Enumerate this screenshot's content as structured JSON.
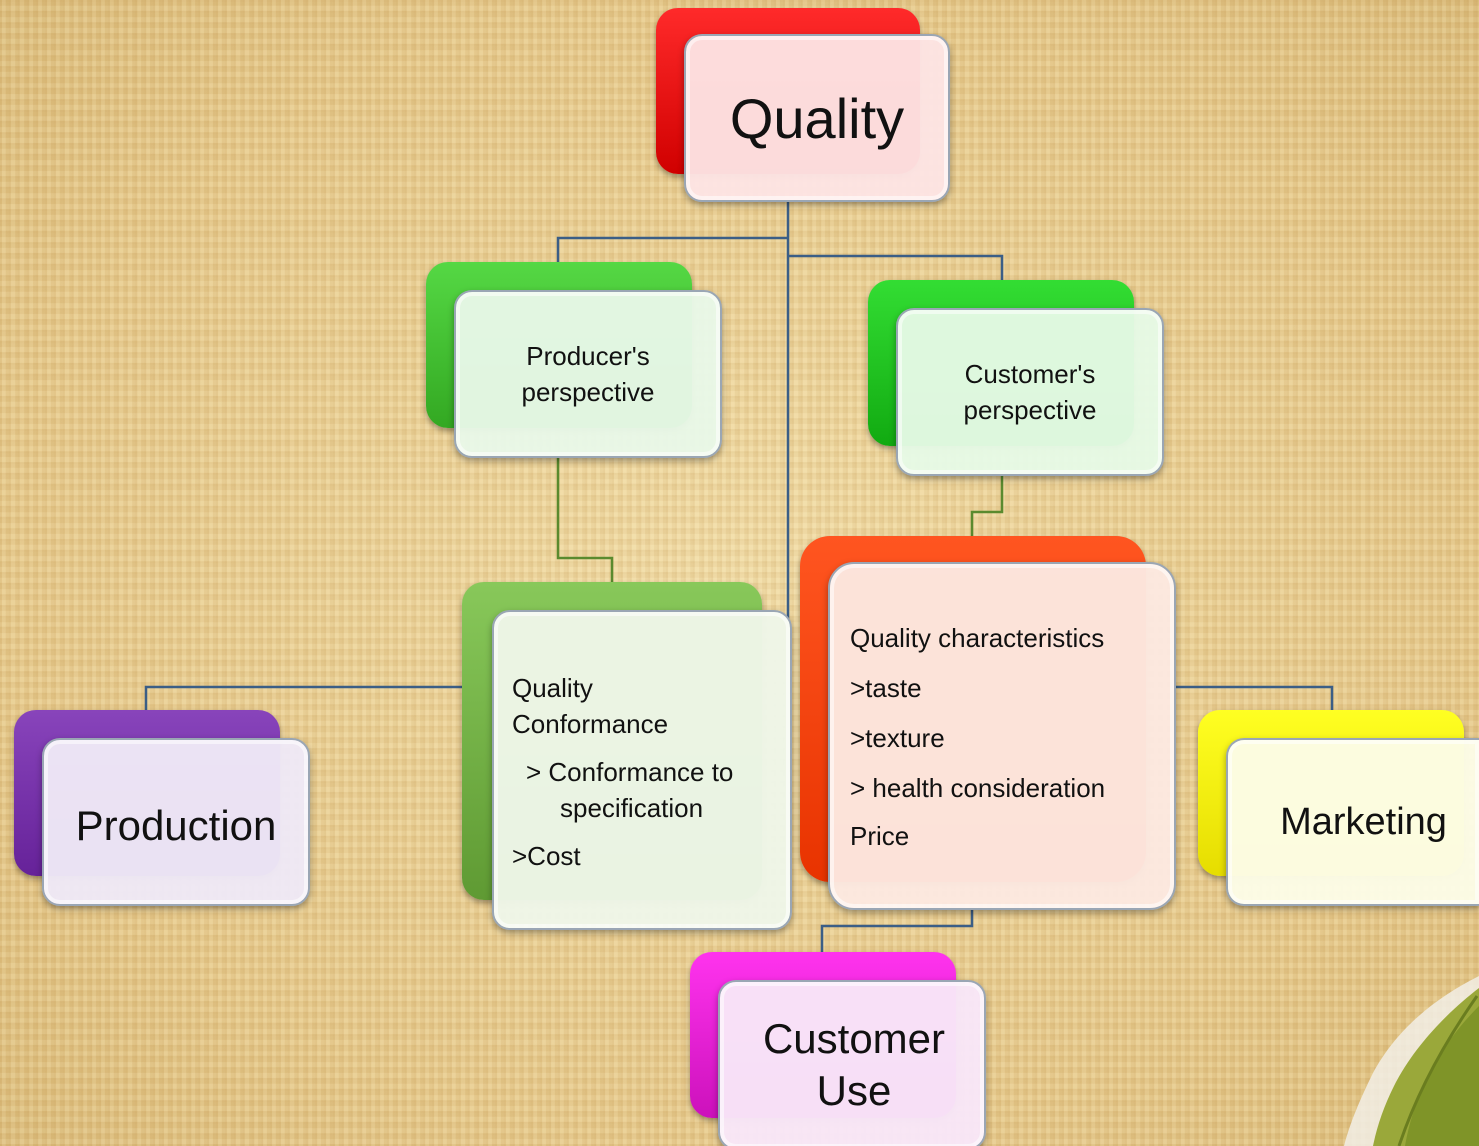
{
  "diagram": {
    "root": {
      "label": "Quality",
      "accent": "#ee1111"
    },
    "producer": {
      "label_line1": "Producer's",
      "label_line2": "perspective",
      "accent": "#44c433"
    },
    "customer": {
      "label_line1": "Customer's",
      "label_line2": "perspective",
      "accent": "#22cc22"
    },
    "conformance": {
      "line1": "Quality",
      "line2": "Conformance",
      "line3": "> Conformance to",
      "line4": "specification",
      "line5": ">Cost",
      "accent": "#77b84a"
    },
    "characteristics": {
      "line1": "Quality characteristics",
      "line2": ">taste",
      "line3": ">texture",
      "line4": "> health consideration",
      "line5": "Price",
      "accent": "#ff4411"
    },
    "production": {
      "label": "Production",
      "accent": "#7733aa"
    },
    "marketing": {
      "label": "Marketing",
      "accent": "#f2ee00"
    },
    "customer_use": {
      "label_line1": "Customer",
      "label_line2": "Use",
      "accent": "#ee22dd"
    },
    "connector_color": "#3b5e86"
  }
}
